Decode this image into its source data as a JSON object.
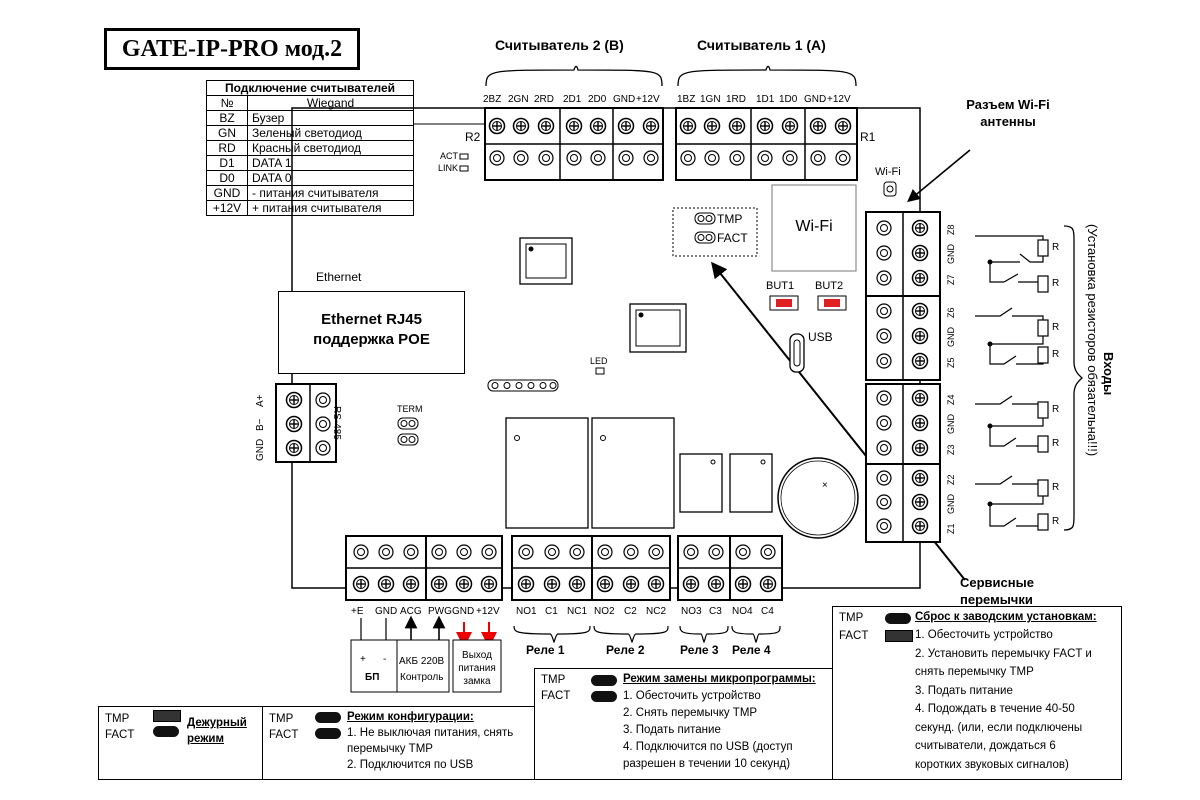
{
  "title": "GATE-IP-PRO мод.2",
  "reader2_title": "Считыватель 2 (B)",
  "reader1_title": "Считыватель 1 (A)",
  "reader2_pins": [
    "2BZ",
    "2GN",
    "2RD",
    "2D1",
    "2D0",
    "GND",
    "+12V"
  ],
  "reader1_pins": [
    "1BZ",
    "1GN",
    "1RD",
    "1D1",
    "1D0",
    "GND",
    "+12V"
  ],
  "r2": "R2",
  "r1": "R1",
  "act": "ACT",
  "link": "LINK",
  "readers_table": {
    "title": "Подключение считывателей",
    "header": [
      "№",
      "Wiegand"
    ],
    "rows": [
      [
        "BZ",
        "Бузер"
      ],
      [
        "GN",
        "Зеленый светодиод"
      ],
      [
        "RD",
        "Красный светодиод"
      ],
      [
        "D1",
        "DATA 1"
      ],
      [
        "D0",
        "DATA 0"
      ],
      [
        "GND",
        "- питания считывателя"
      ],
      [
        "+12V",
        "+ питания считывателя"
      ]
    ]
  },
  "wifi_antenna_label": "Разъем Wi-Fi антенны",
  "wifi_small": "Wi-Fi",
  "wifi_module": "Wi-Fi",
  "tmp": "TMP",
  "fact": "FACT",
  "ethernet": "Ethernet",
  "ethernet_box": "Ethernet RJ45 поддержка POE",
  "but1": "BUT1",
  "but2": "BUT2",
  "usb": "USB",
  "led": "LED",
  "term": "TERM",
  "rs485": "RS-485",
  "rs485_pins": [
    "A+",
    "B−",
    "GND"
  ],
  "inputs_title": "Входы",
  "inputs_note": "(Установка резисторов обязательна!!!)",
  "zone_pins": [
    "Z8",
    "GND",
    "Z7",
    "Z6",
    "GND",
    "Z5",
    "Z4",
    "GND",
    "Z3",
    "Z2",
    "GND",
    "Z1"
  ],
  "resistor": "R",
  "service_jumpers": "Сервисные перемычки",
  "power_pins": [
    "+E",
    "GND",
    "ACG",
    "PWG",
    "GND",
    "+12V"
  ],
  "relay_pins": [
    "NO1",
    "C1",
    "NC1",
    "NO2",
    "C2",
    "NC2",
    "NO3",
    "C3",
    "NO4",
    "C4"
  ],
  "relays": [
    "Реле 1",
    "Реле 2",
    "Реле 3",
    "Реле 4"
  ],
  "psu_plus": "+",
  "psu_minus": "-",
  "psu_label": "БП",
  "akb_label": "АКБ 220В",
  "control_label": "Контроль",
  "lock_power": "Выход питания замка",
  "duty": {
    "tmp": "TMP",
    "fact": "FACT",
    "title": "Дежурный режим"
  },
  "config": {
    "tmp": "TMP",
    "fact": "FACT",
    "title": "Режим конфигурации:",
    "l1": "1. Не выключая питания, снять",
    "l2": "перемычку TMP",
    "l3": "2. Подключится  по USB"
  },
  "firmware": {
    "tmp": "TMP",
    "fact": "FACT",
    "title": "Режим замены микропрограммы:",
    "l1": "1. Обесточить устройство",
    "l2": "2. Снять перемычку TMP",
    "l3": "3. Подать питание",
    "l4": "4. Подключится  по USB (доступ",
    "l5": "разрешен в течении 10 секунд)"
  },
  "reset": {
    "tmp": "TMP",
    "fact": "FACT",
    "title": "Сброс к заводским установкам:",
    "l1": "1. Обесточить устройство",
    "l2": "2. Установить перемычку FACT и",
    "l3": "снять перемычку TMP",
    "l4": "3. Подать питание",
    "l5": "4. Подождать в течение 40-50",
    "l6": "секунд. (или, если подключены",
    "l7": "считыватели, дождаться 6",
    "l8": "коротких звуковых сигналов)"
  }
}
